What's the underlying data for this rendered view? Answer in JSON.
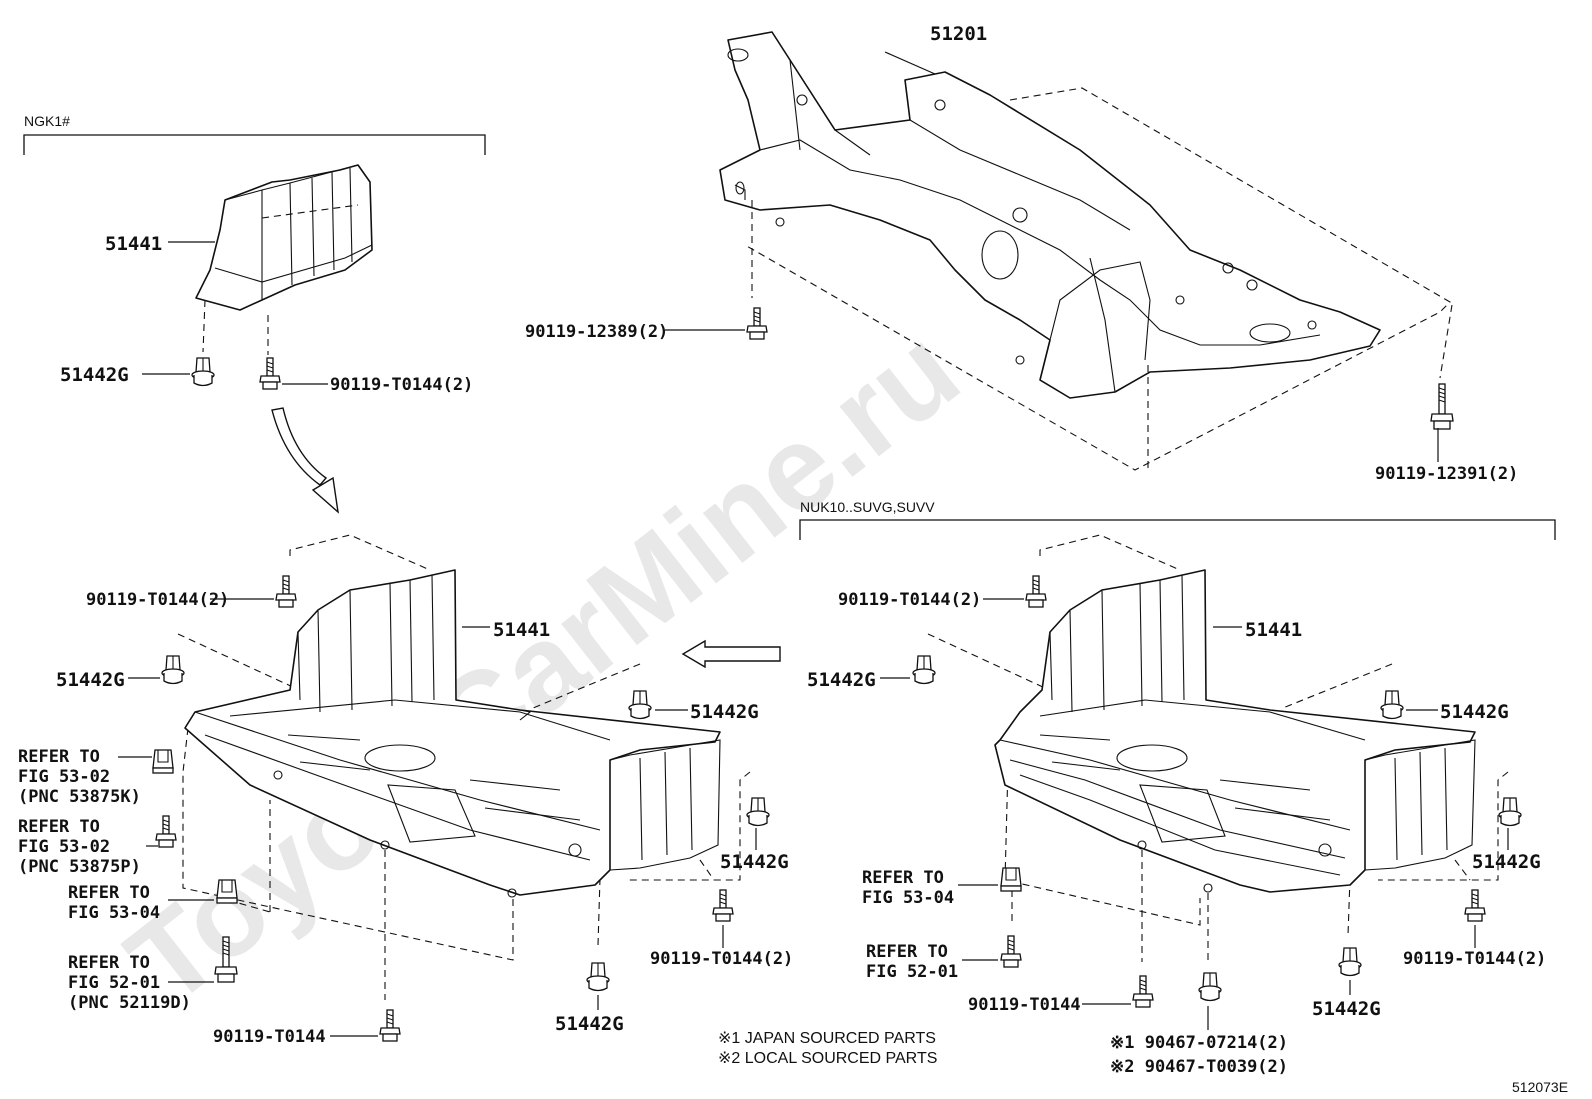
{
  "watermark": "ToyotaCarMine.ru",
  "figure_code": "512073E",
  "groups": {
    "ngk1": "NGK1#",
    "nuk10": "NUK10..SUVG,SUVV"
  },
  "crossmember": {
    "part": "51201",
    "bolt_left": "90119-12389(2)",
    "bolt_right": "90119-12391(2)"
  },
  "top_left": {
    "cover": "51441",
    "clip": "51442G",
    "screw": "90119-T0144(2)"
  },
  "bottom_left": {
    "screw_top": "90119-T0144(2)",
    "cover": "51441",
    "clip_left": "51442G",
    "clip_right_top": "51442G",
    "ref1_a": "REFER TO",
    "ref1_b": "FIG 53-02",
    "ref1_c": "(PNC 53875K)",
    "ref2_a": "REFER TO",
    "ref2_b": "FIG 53-02",
    "ref2_c": "(PNC 53875P)",
    "ref3_a": "REFER TO",
    "ref3_b": "FIG 53-04",
    "ref4_a": "REFER TO",
    "ref4_b": "FIG 52-01",
    "ref4_c": "(PNC 52119D)",
    "clip_right_mid": "51442G",
    "screw_right": "90119-T0144(2)",
    "clip_bottom": "51442G",
    "screw_bottom": "90119-T0144"
  },
  "bottom_right": {
    "screw_top": "90119-T0144(2)",
    "cover": "51441",
    "clip_left": "51442G",
    "clip_right_top": "51442G",
    "clip_right_mid": "51442G",
    "ref1_a": "REFER TO",
    "ref1_b": "FIG 53-04",
    "ref2_a": "REFER TO",
    "ref2_b": "FIG 52-01",
    "screw_right": "90119-T0144(2)",
    "screw_bottom": "90119-T0144",
    "clip_bottom": "51442G",
    "alt1": "※1 90467-07214(2)",
    "alt2": "※2 90467-T0039(2)"
  },
  "notes": {
    "note1": "※1 JAPAN SOURCED PARTS",
    "note2": "※2 LOCAL SOURCED PARTS"
  }
}
